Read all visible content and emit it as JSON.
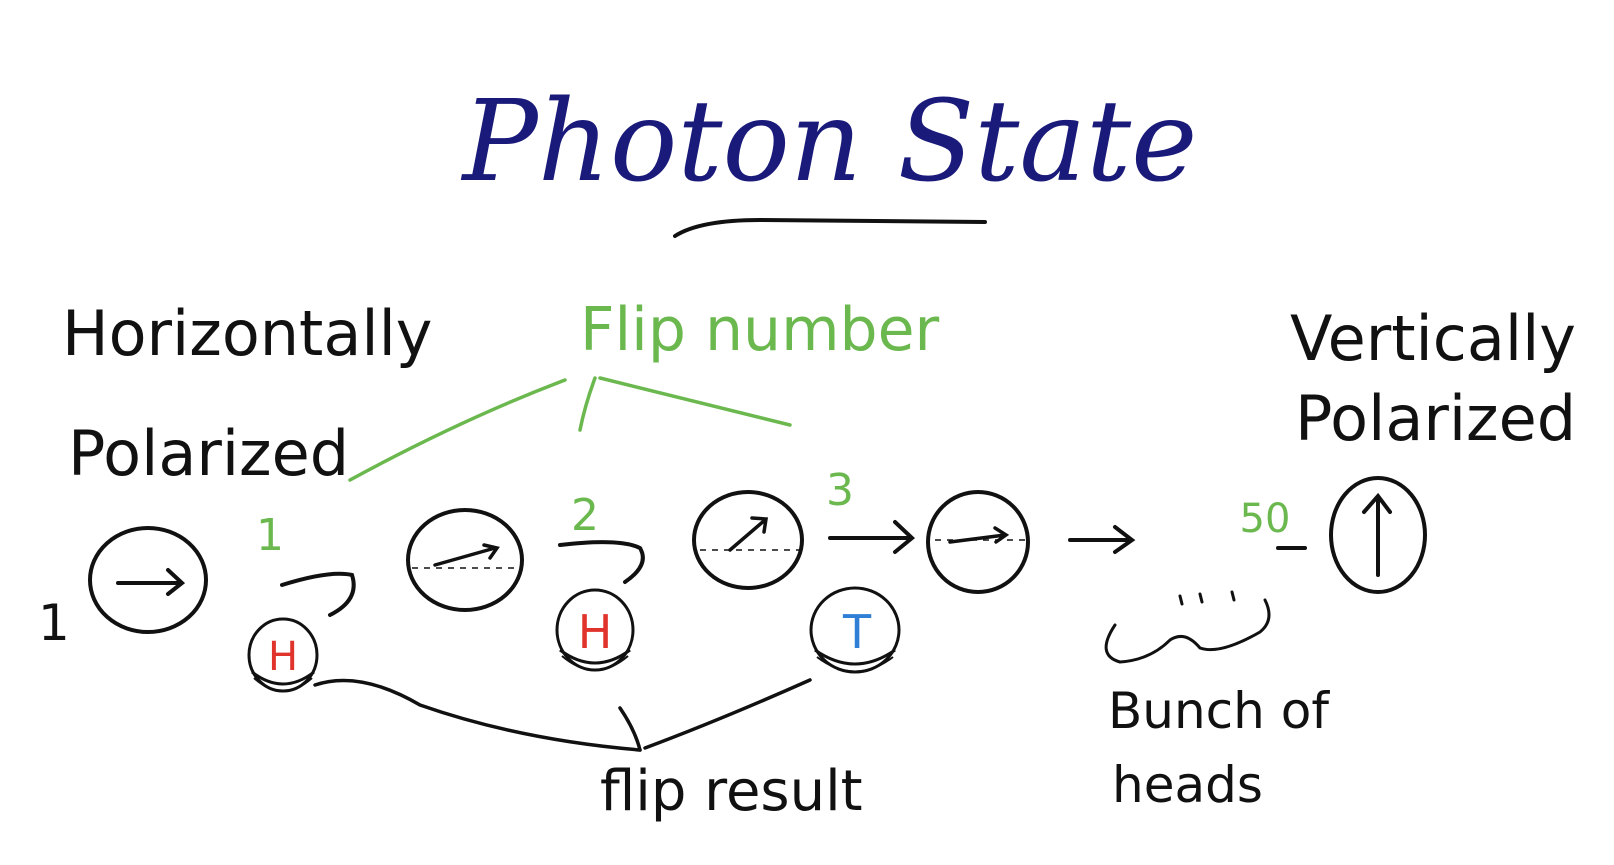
{
  "title": "Photon State",
  "labels": {
    "horizontal": [
      "Horizontally",
      "Polarized"
    ],
    "vertical": [
      "Vertically",
      "Polarized"
    ],
    "flip_number": "Flip number",
    "flip_result": "flip result",
    "bunch_of_heads": [
      "Bunch of",
      "heads"
    ],
    "start_count": "1"
  },
  "flips": [
    {
      "number": "1",
      "result": "H"
    },
    {
      "number": "2",
      "result": "H"
    },
    {
      "number": "3",
      "result": "T"
    }
  ],
  "final_flip_number": "50",
  "colors": {
    "title": "#1a1a7a",
    "ink": "#111111",
    "green": "#6bb84f",
    "heads": "#e0332b",
    "tails": "#2f7fd6"
  },
  "icons": {
    "state_arrow": "arrow-right-icon",
    "vertical_state": "arrow-up-icon",
    "coin": "coin-icon"
  }
}
